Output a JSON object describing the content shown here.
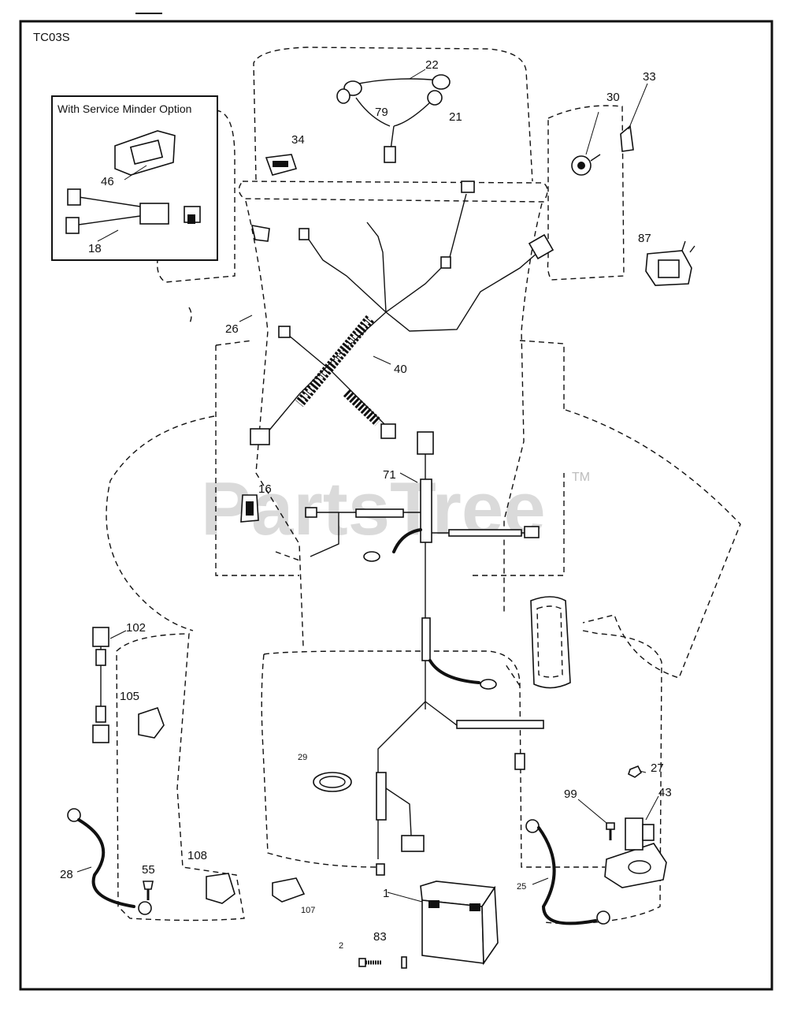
{
  "diagram": {
    "code": "TC03S",
    "inset_title": "With Service Minder Option",
    "watermark": "PartsTree",
    "watermark_tm": "TM"
  },
  "callouts": [
    {
      "id": "c1",
      "text": "1"
    },
    {
      "id": "c2",
      "text": "2"
    },
    {
      "id": "c16",
      "text": "16"
    },
    {
      "id": "c18",
      "text": "18"
    },
    {
      "id": "c21",
      "text": "21"
    },
    {
      "id": "c22",
      "text": "22"
    },
    {
      "id": "c25",
      "text": "25"
    },
    {
      "id": "c26",
      "text": "26"
    },
    {
      "id": "c27",
      "text": "27"
    },
    {
      "id": "c28",
      "text": "28"
    },
    {
      "id": "c29",
      "text": "29"
    },
    {
      "id": "c30",
      "text": "30"
    },
    {
      "id": "c33",
      "text": "33"
    },
    {
      "id": "c34",
      "text": "34"
    },
    {
      "id": "c40",
      "text": "40"
    },
    {
      "id": "c43",
      "text": "43"
    },
    {
      "id": "c46",
      "text": "46"
    },
    {
      "id": "c55",
      "text": "55"
    },
    {
      "id": "c71",
      "text": "71"
    },
    {
      "id": "c79",
      "text": "79"
    },
    {
      "id": "c83",
      "text": "83"
    },
    {
      "id": "c87",
      "text": "87"
    },
    {
      "id": "c99",
      "text": "99"
    },
    {
      "id": "c102",
      "text": "102"
    },
    {
      "id": "c105",
      "text": "105"
    },
    {
      "id": "c107",
      "text": "107"
    },
    {
      "id": "c108",
      "text": "108"
    }
  ]
}
